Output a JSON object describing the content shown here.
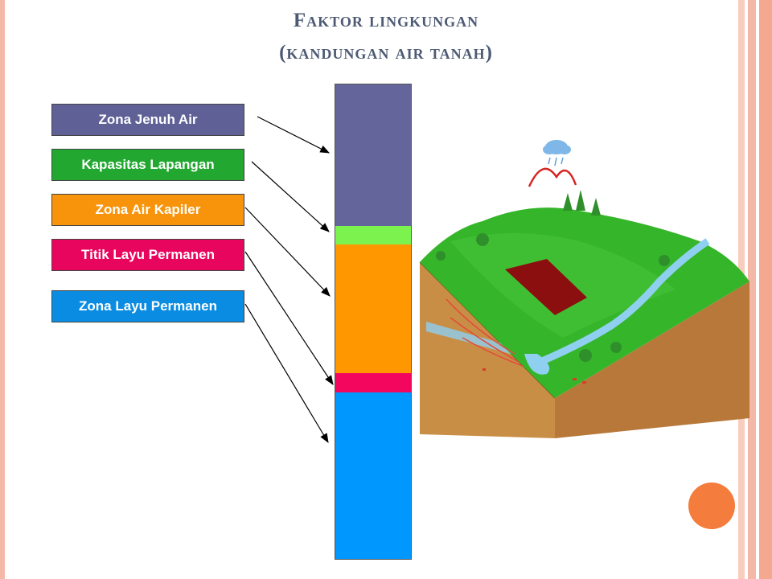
{
  "title": {
    "line1": "Faktor lingkungan",
    "line2": "(kandungan air tanah)"
  },
  "labels": [
    {
      "text": "Zona Jenuh Air",
      "color": "#5e6096"
    },
    {
      "text": "Kapasitas Lapangan",
      "color": "#22a830"
    },
    {
      "text": "Zona Air Kapiler",
      "color": "#f7940c"
    },
    {
      "text": "Titik Layu Permanen",
      "color": "#e8055e"
    },
    {
      "text": "Zona Layu Permanen",
      "color": "#0a8ce2"
    }
  ],
  "soil_column": [
    {
      "zone": "Zona Jenuh Air",
      "color": "#64659b"
    },
    {
      "zone": "Kapasitas Lapangan",
      "color": "#7cf24e"
    },
    {
      "zone": "Zona Air Kapiler",
      "color": "#ff9700"
    },
    {
      "zone": "Titik Layu Permanen",
      "color": "#f3075e"
    },
    {
      "zone": "Zona Layu Permanen",
      "color": "#0098ff"
    }
  ],
  "illustration": {
    "subject": "groundwater-block-diagram-icon",
    "colors": {
      "grass": "#35b52a",
      "soil": "#c98e45",
      "river": "#8fd0f0",
      "rain": "#7fb7e8",
      "plume": "#8b0f0f"
    }
  },
  "accent_dot_color": "#f47c3c",
  "frame_color": "#f6b8a6"
}
